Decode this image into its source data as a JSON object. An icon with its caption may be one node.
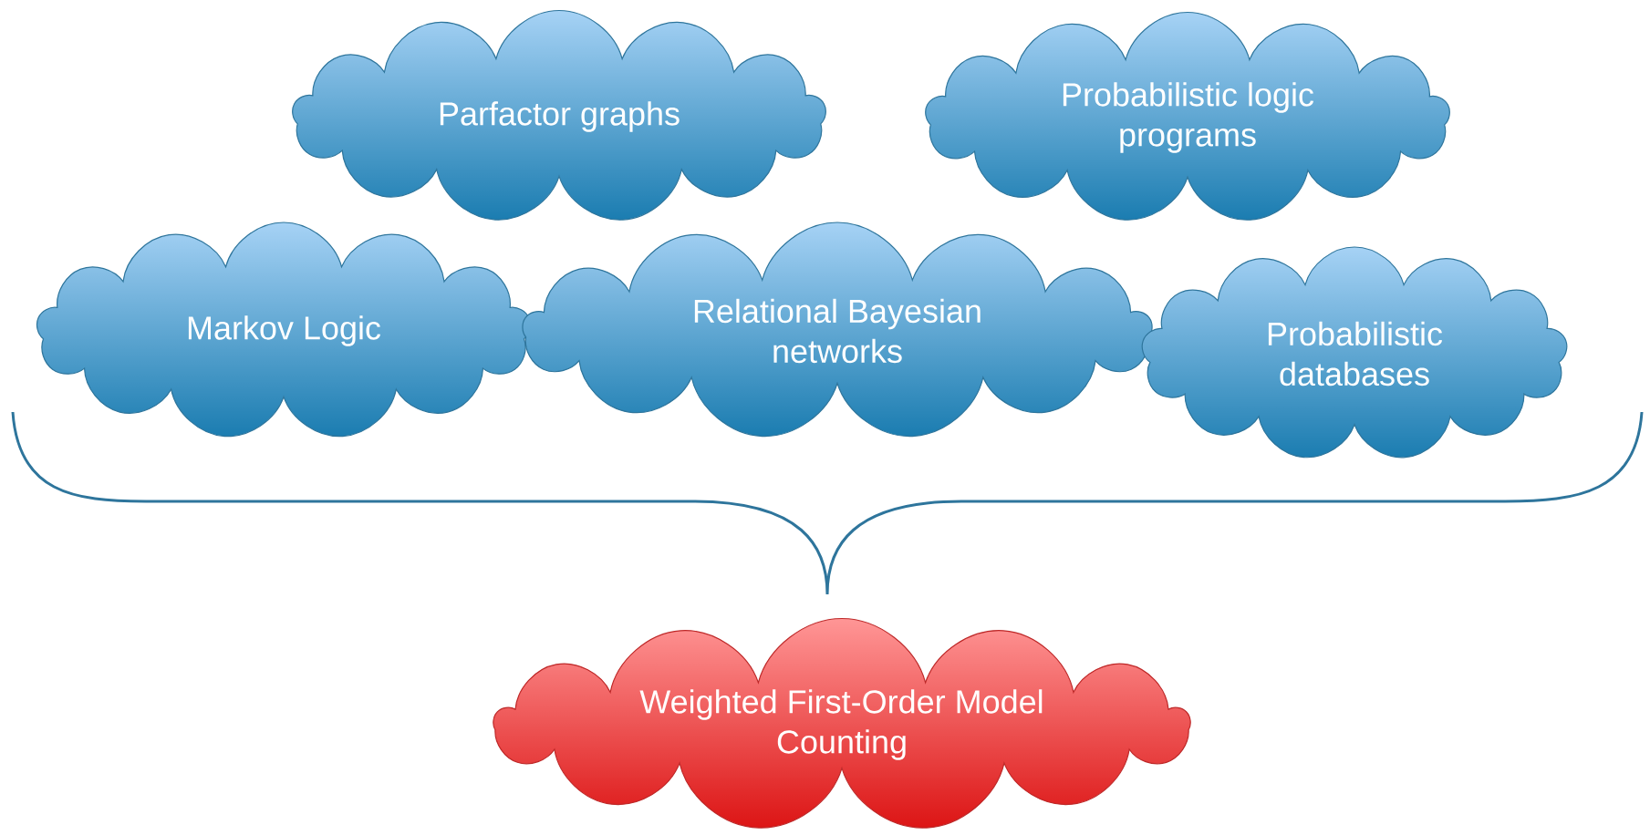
{
  "diagram": {
    "nodes": [
      {
        "text": [
          "Parfactor graphs"
        ]
      },
      {
        "text": [
          "Probabilistic logic programs"
        ]
      },
      {
        "text": [
          "Markov Logic"
        ]
      },
      {
        "text": [
          "Relational Bayesian networks"
        ]
      },
      {
        "text": [
          "Probabilistic databases"
        ]
      },
      {
        "text": [
          "Weighted First-Order Model Counting"
        ]
      }
    ]
  }
}
